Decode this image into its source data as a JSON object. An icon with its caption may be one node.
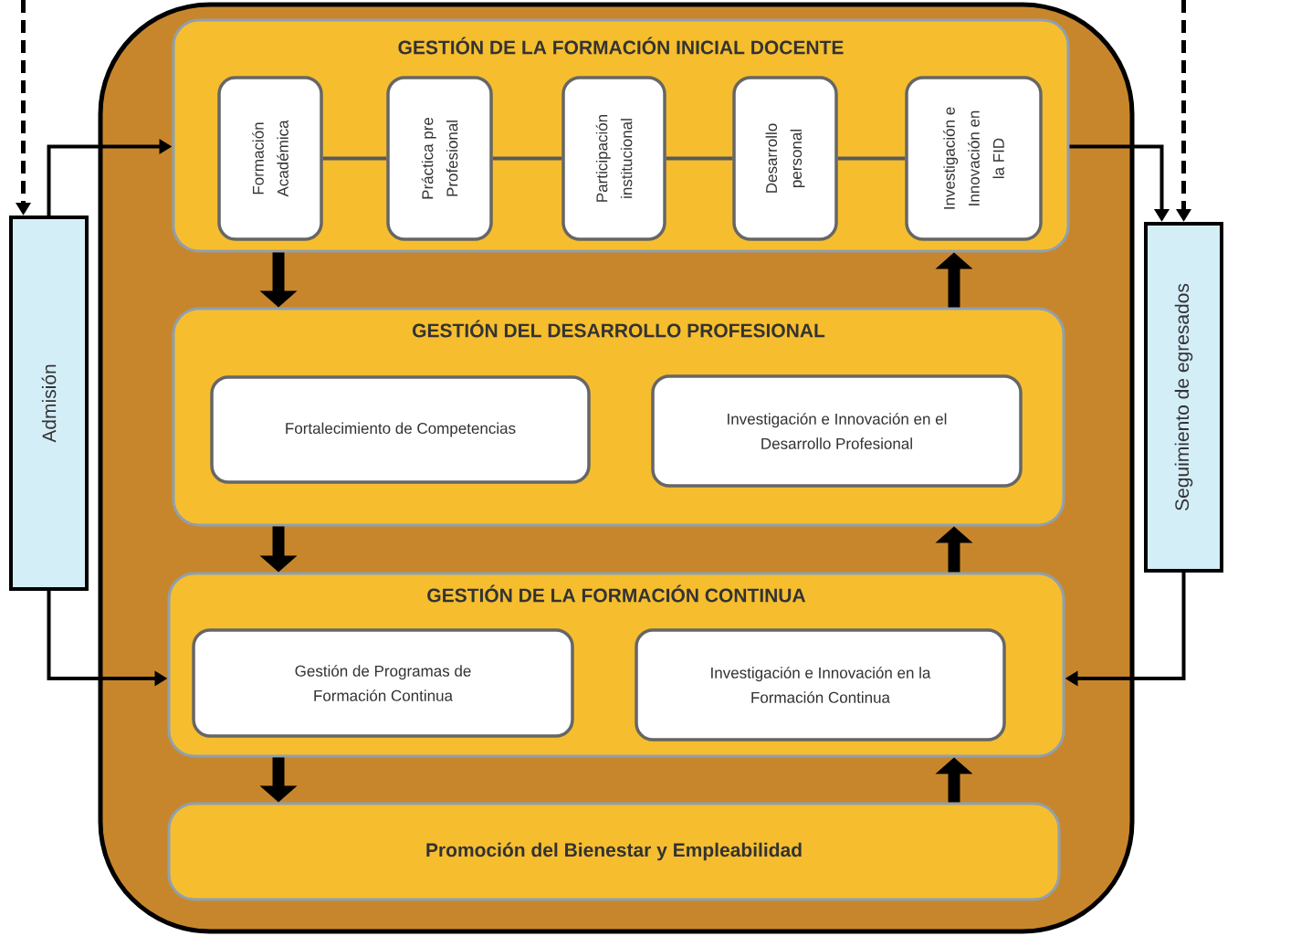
{
  "diagram": {
    "nodes": [
      {
        "text": [],
        "shape": "box"
      },
      {
        "text": [
          "GESTIÓN DE LA FORMACIÓN INICIAL DOCENTE"
        ],
        "in": 0
      },
      {
        "text": [
          "Formación Académica"
        ],
        "in": 1
      },
      {
        "text": [
          "Práctica pre Profesional"
        ],
        "in": 1
      },
      {
        "text": [
          "Participación institucional"
        ],
        "in": 1
      },
      {
        "text": [
          "Desarrollo personal"
        ],
        "in": 1
      },
      {
        "text": [
          "Investigación e Innovación en la FID"
        ],
        "in": 1
      },
      {
        "text": [
          "GESTIÓN DEL DESARROLLO PROFESIONAL"
        ],
        "in": 0
      },
      {
        "text": [
          "Fortalecimiento de Competencias"
        ],
        "in": 7
      },
      {
        "text": [
          "Investigación e Innovación en el Desarrollo Profesional"
        ],
        "in": 7
      },
      {
        "text": [
          "GESTIÓN DE LA FORMACIÓN CONTINUA"
        ],
        "in": 0
      },
      {
        "text": [
          "Gestión de Programas de Formación Continua"
        ],
        "in": 10
      },
      {
        "text": [
          "Investigación e Innovación en la Formación Continua"
        ],
        "in": 10
      },
      {
        "text": [
          "Promoción del Bienestar y Empleabilidad"
        ],
        "in": 0
      },
      {
        "text": [
          "Admisión"
        ]
      },
      {
        "text": [
          "Seguimiento de egresados"
        ]
      }
    ],
    "edges": [
      {
        "from": 2,
        "to": 3,
        "arrow": "none"
      },
      {
        "from": 3,
        "to": 4,
        "arrow": "none"
      },
      {
        "from": 4,
        "to": 5,
        "arrow": "none"
      },
      {
        "from": 5,
        "to": 6,
        "arrow": "none"
      },
      {
        "from": 14,
        "to": 1,
        "arrow": "to"
      },
      {
        "from": 14,
        "to": 10,
        "arrow": "to"
      },
      {
        "from": 1,
        "to": 15,
        "arrow": "to"
      },
      {
        "from": 15,
        "to": 10,
        "arrow": "to"
      },
      {
        "from": null,
        "to": 14,
        "arrow": "to",
        "style": "dashed"
      },
      {
        "from": null,
        "to": 15,
        "arrow": "to",
        "style": "dashed"
      },
      {
        "from": 1,
        "to": 7,
        "arrow": "to",
        "style": "thick"
      },
      {
        "from": 7,
        "to": 10,
        "arrow": "to",
        "style": "thick"
      },
      {
        "from": 10,
        "to": 13,
        "arrow": "to",
        "style": "thick"
      },
      {
        "from": 7,
        "to": 1,
        "arrow": "to",
        "style": "thick"
      },
      {
        "from": 10,
        "to": 7,
        "arrow": "to",
        "style": "thick"
      },
      {
        "from": 13,
        "to": 10,
        "arrow": "to",
        "style": "thick"
      }
    ]
  }
}
